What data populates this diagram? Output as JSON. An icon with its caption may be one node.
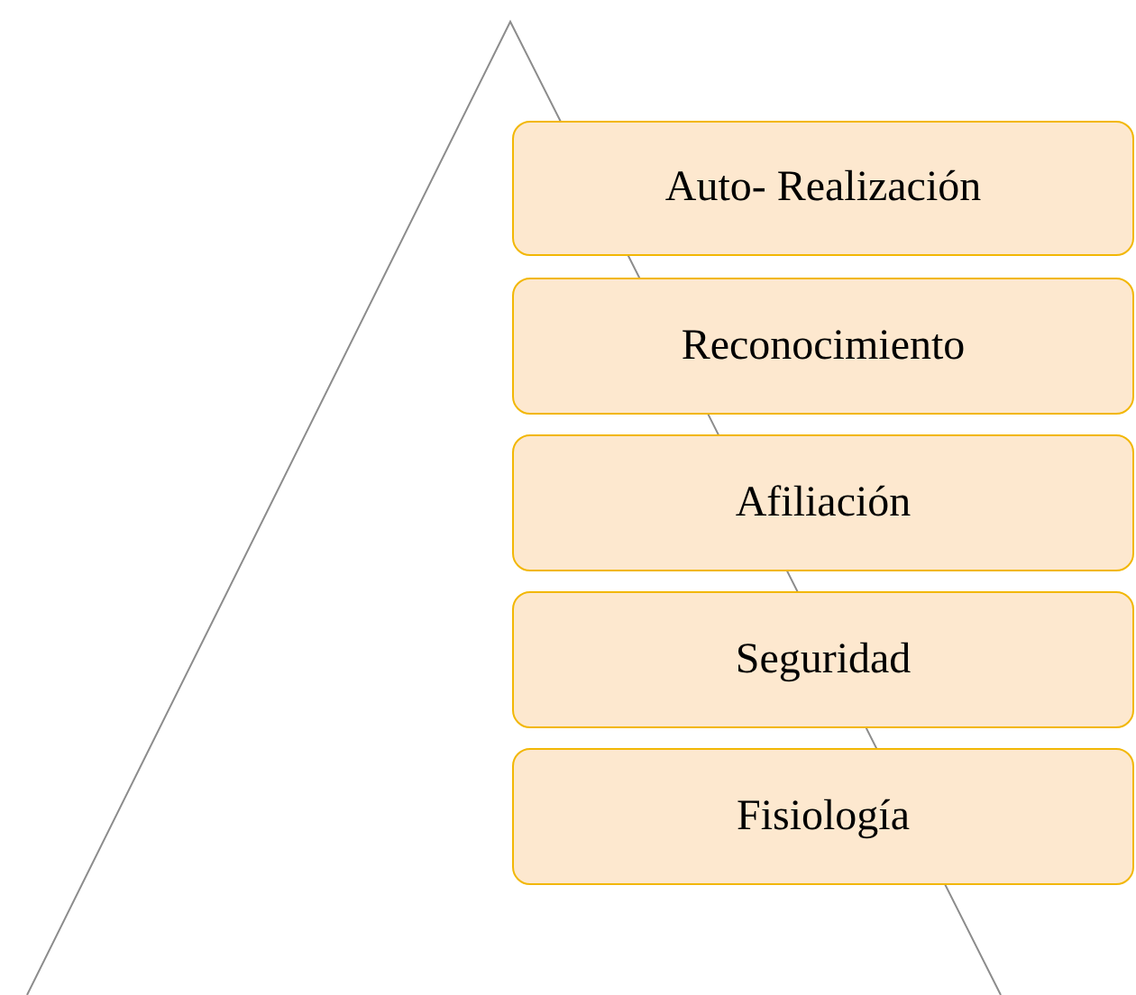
{
  "diagram": {
    "nodes": [
      {
        "text": [
          "Auto- Realización"
        ]
      },
      {
        "text": [
          "Reconocimiento"
        ]
      },
      {
        "text": [
          "Afiliación"
        ]
      },
      {
        "text": [
          "Seguridad"
        ]
      },
      {
        "text": [
          "Fisiología"
        ]
      }
    ]
  }
}
